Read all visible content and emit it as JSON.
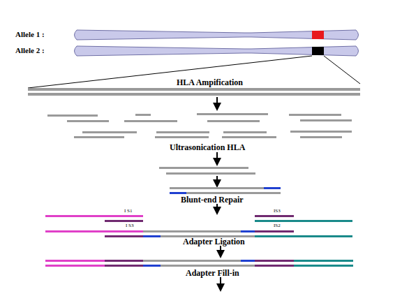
{
  "diagram": {
    "labels": [
      "Allele 1 :",
      "Allele 2 :",
      "HLA Ampification",
      "Ultrasonication HLA",
      "Blunt-end Repair",
      "I S1",
      "IS3",
      "I S3",
      "IS2",
      "Adapter Ligation",
      "Adapter Fill-in"
    ]
  }
}
